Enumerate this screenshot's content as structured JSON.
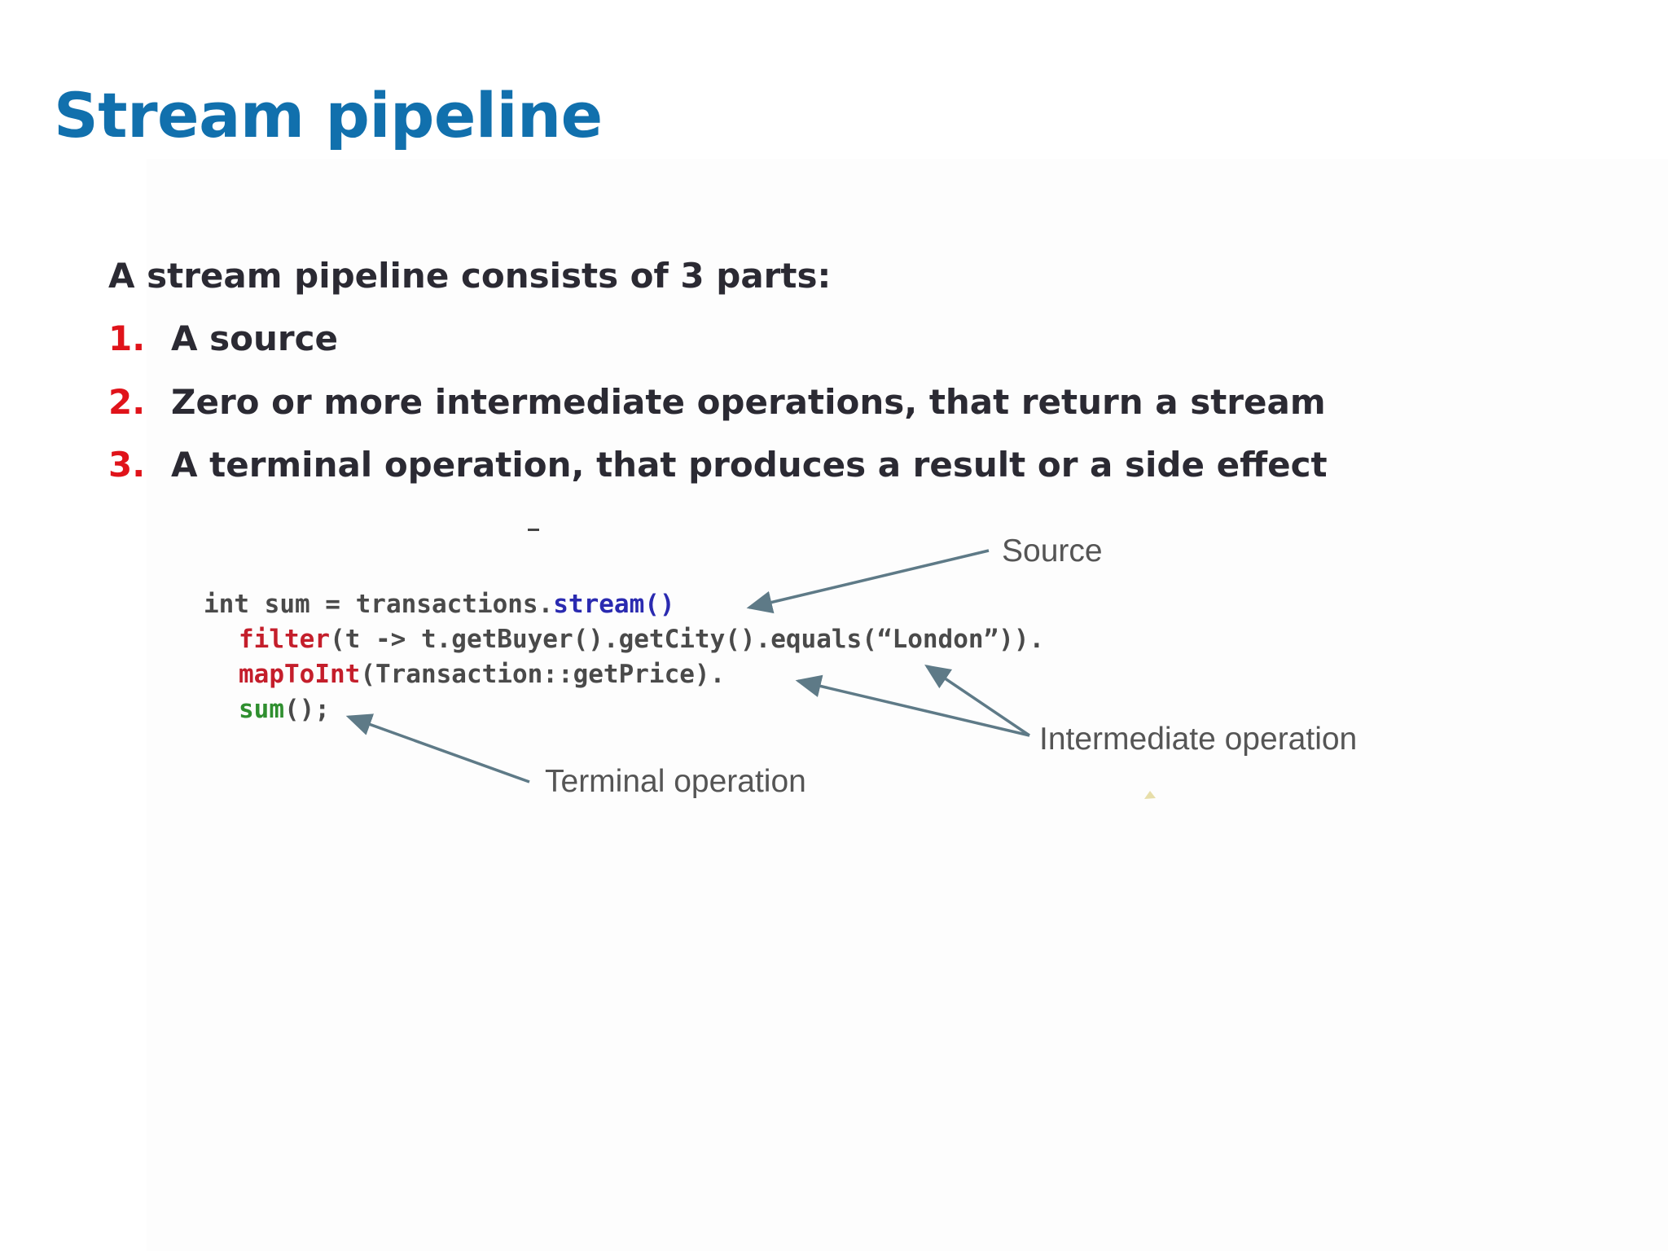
{
  "slide": {
    "title": "Stream pipeline",
    "intro": "A stream pipeline consists of 3 parts:",
    "parts": [
      {
        "number": "1.",
        "text": "A source"
      },
      {
        "number": "2.",
        "text": "Zero or more intermediate operations, that return a stream"
      },
      {
        "number": "3.",
        "text": "A terminal operation, that produces a result or a side effect"
      }
    ]
  },
  "code": {
    "line1_prefix": "int sum = transactions.",
    "line1_source": "stream()",
    "line2_op": "filter",
    "line2_rest": "(t -> t.getBuyer().getCity().equals(“London”)).",
    "line3_op": "mapToInt",
    "line3_rest": "(Transaction::getPrice).",
    "line4_op": "sum",
    "line4_rest": "();"
  },
  "callouts": {
    "source": "Source",
    "intermediate": "Intermediate operation",
    "terminal": "Terminal operation"
  },
  "colors": {
    "title": "#1170ad",
    "body_text": "#2b2a33",
    "list_number": "#e0131a",
    "source_method": "#2a2ab0",
    "intermediate_method": "#c41e2b",
    "terminal_method": "#2f8f2f",
    "arrow": "#5e7a87"
  }
}
